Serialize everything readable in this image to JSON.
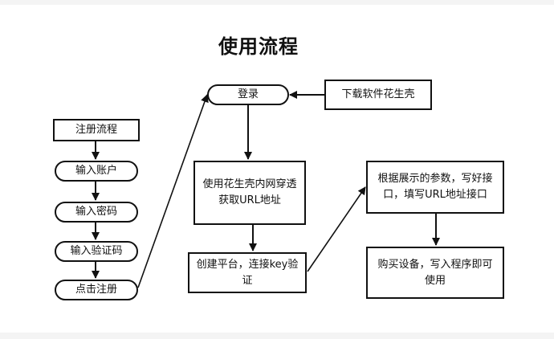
{
  "title": "使用流程",
  "nodes": {
    "register_flow": "注册流程",
    "input_account": "输入账户",
    "input_password": "输入密码",
    "input_code": "输入验证码",
    "click_register": "点击注册",
    "login": "登录",
    "download": "下载软件花生壳",
    "use_intranet": "使用花生壳内网穿透获取URL地址",
    "create_platform": "创建平台，连接key验证",
    "fill_url": "根据展示的参数，写好接口，填写URL地址接口",
    "buy_device": "购买设备，写入程序即可使用"
  },
  "colors": {
    "line": "#111111",
    "background": "#ffffff",
    "margin": "#f4f4f4"
  }
}
